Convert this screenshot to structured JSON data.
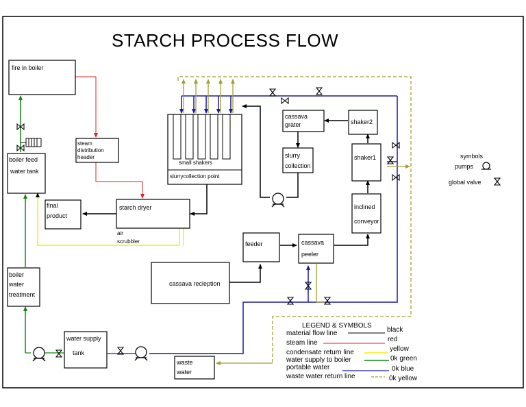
{
  "title": "STARCH PROCESS FLOW",
  "boxes": {
    "fire_in_boiler": "fire in boiler",
    "steam_header": [
      "steam",
      "distribution",
      "header"
    ],
    "boiler_feed_tank": [
      "boiler feed",
      "water tank"
    ],
    "final_product": [
      "final",
      "product"
    ],
    "starch_dryer": "starch dryer",
    "air_scrubbler": [
      "air",
      "scrubbler"
    ],
    "small_shakers": "small shakers",
    "slurry_collection_point": "slurrycollection point",
    "cassava_grater": [
      "cassava",
      "grater"
    ],
    "shaker2": "shaker2",
    "slurry_collection": [
      "slurry",
      "collection"
    ],
    "shaker1": "shaker1",
    "inclined_conveyor": [
      "inclined",
      "conveyor"
    ],
    "feeder": "feeder",
    "cassava_peeler": [
      "cassava",
      "peeler"
    ],
    "cassava_reception": "cassava recieption",
    "boiler_water_treatment": [
      "boiler",
      "water",
      "treatment"
    ],
    "water_supply_tank": [
      "water supply",
      "tank"
    ],
    "waste_water": [
      "waste",
      "water"
    ]
  },
  "symbols": {
    "heading": "symbols",
    "pumps": "pumps",
    "global_valve": "global valve"
  },
  "legend": {
    "heading": "LEGEND & SYMBOLS",
    "rows": [
      {
        "label": "material flow line",
        "color_name": "black",
        "hex": "#000000"
      },
      {
        "label": "steam line",
        "color_name": "red",
        "hex": "#e02020"
      },
      {
        "label": "condensate return line",
        "color_name": "yellow",
        "hex": "#f2f200"
      },
      {
        "label": "water supply to boiler",
        "color_name": "0k green",
        "hex": "#118811"
      },
      {
        "label": "portable water",
        "color_name": "0k blue",
        "hex": "#1a1aa0"
      },
      {
        "label": "waste water return line",
        "color_name": "0k yellow",
        "hex": "#a0a030"
      }
    ]
  },
  "colors": {
    "material": "#000000",
    "steam": "#e02020",
    "condensate": "#f2f200",
    "green": "#118811",
    "blue": "#1a1aa0",
    "olive": "#a0a030"
  }
}
